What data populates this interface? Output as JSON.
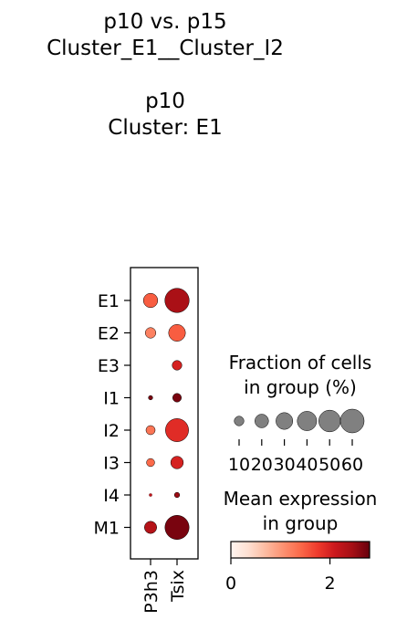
{
  "title": {
    "lines": [
      "p10 vs. p15",
      "Cluster_E1__Cluster_I2",
      "",
      "p10",
      "Cluster: E1"
    ]
  },
  "chart_data": {
    "type": "dotplot",
    "categories": [
      "E1",
      "E2",
      "E3",
      "I1",
      "I2",
      "I3",
      "I4",
      "M1"
    ],
    "genes": [
      "P3h3",
      "Tsix"
    ],
    "fraction_pct": {
      "P3h3": [
        22,
        12,
        0,
        2,
        9,
        7,
        1,
        16
      ],
      "Tsix": [
        63,
        30,
        10,
        8,
        57,
        17,
        3,
        62
      ]
    },
    "mean_expression": {
      "P3h3": [
        1.5,
        1.2,
        0,
        2.7,
        1.3,
        1.4,
        2.2,
        2.3
      ],
      "Tsix": [
        2.4,
        1.5,
        2.0,
        2.7,
        1.9,
        2.0,
        2.5,
        2.7
      ]
    },
    "size_legend": {
      "title_lines": [
        "Fraction of cells",
        "in group (%)"
      ],
      "values": [
        10,
        20,
        30,
        40,
        50,
        60
      ]
    },
    "color_legend": {
      "title_lines": [
        "Mean expression",
        "in group"
      ],
      "min": 0,
      "max": 2.8,
      "ticks": [
        0,
        2
      ],
      "colormap": "Reds"
    },
    "dot_edge_color": "#000000",
    "size_legend_color": "#808080"
  }
}
